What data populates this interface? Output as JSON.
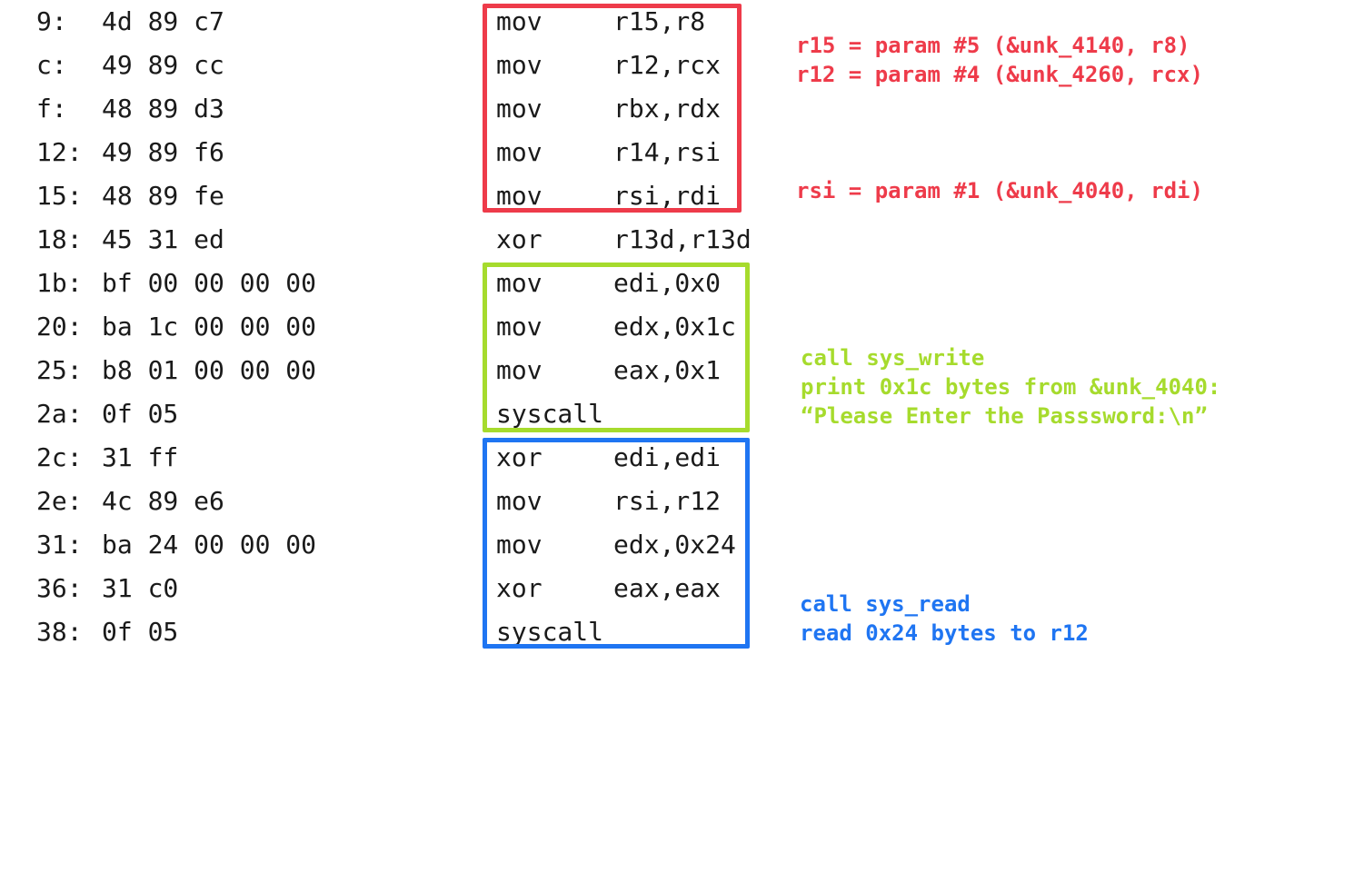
{
  "listing": [
    {
      "addr": "9:",
      "bytes": "4d 89 c7",
      "mnemonic": "mov",
      "operands": "r15,r8"
    },
    {
      "addr": "c:",
      "bytes": "49 89 cc",
      "mnemonic": "mov",
      "operands": "r12,rcx"
    },
    {
      "addr": "f:",
      "bytes": "48 89 d3",
      "mnemonic": "mov",
      "operands": "rbx,rdx"
    },
    {
      "addr": "12:",
      "bytes": "49 89 f6",
      "mnemonic": "mov",
      "operands": "r14,rsi"
    },
    {
      "addr": "15:",
      "bytes": "48 89 fe",
      "mnemonic": "mov",
      "operands": "rsi,rdi"
    },
    {
      "addr": "18:",
      "bytes": "45 31 ed",
      "mnemonic": "xor",
      "operands": "r13d,r13d"
    },
    {
      "addr": "1b:",
      "bytes": "bf 00 00 00 00",
      "mnemonic": "mov",
      "operands": "edi,0x0"
    },
    {
      "addr": "20:",
      "bytes": "ba 1c 00 00 00",
      "mnemonic": "mov",
      "operands": "edx,0x1c"
    },
    {
      "addr": "25:",
      "bytes": "b8 01 00 00 00",
      "mnemonic": "mov",
      "operands": "eax,0x1"
    },
    {
      "addr": "2a:",
      "bytes": "0f 05",
      "mnemonic": "syscall",
      "operands": ""
    },
    {
      "addr": "2c:",
      "bytes": "31 ff",
      "mnemonic": "xor",
      "operands": "edi,edi"
    },
    {
      "addr": "2e:",
      "bytes": "4c 89 e6",
      "mnemonic": "mov",
      "operands": "rsi,r12"
    },
    {
      "addr": "31:",
      "bytes": "ba 24 00 00 00",
      "mnemonic": "mov",
      "operands": "edx,0x24"
    },
    {
      "addr": "36:",
      "bytes": "31 c0",
      "mnemonic": "xor",
      "operands": "eax,eax"
    },
    {
      "addr": "38:",
      "bytes": "0f 05",
      "mnemonic": "syscall",
      "operands": ""
    }
  ],
  "annotations": {
    "red": {
      "color": "#ee3b4a",
      "line1": "r15 = param #5 (&unk_4140, r8)",
      "line2": "r12 = param #4 (&unk_4260, rcx)",
      "line3": "rsi = param #1 (&unk_4040, rdi)"
    },
    "green": {
      "color": "#a6db2d",
      "line1": "call sys_write",
      "line2": "print 0x1c bytes from &unk_4040:",
      "line3": "“Please Enter the Passsword:\\n”"
    },
    "blue": {
      "color": "#1f75f2",
      "line1": "call sys_read",
      "line2": "read 0x24 bytes to r12"
    }
  }
}
